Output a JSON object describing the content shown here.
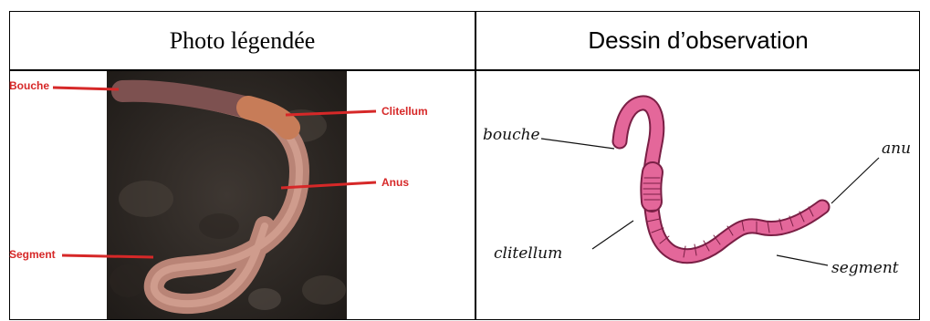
{
  "header": {
    "col1_title": "Photo légendée",
    "col2_title": "Dessin d’observation"
  },
  "photo": {
    "labels": {
      "bouche": "Bouche",
      "clitellum": "Clitellum",
      "anus": "Anus",
      "segment": "Segment"
    },
    "label_color": "#d62828"
  },
  "drawing": {
    "labels": {
      "bouche": "bouche",
      "anus": "anus",
      "clitellum": "clitellum",
      "segment": "segment"
    },
    "worm_color": "#e4679a"
  }
}
